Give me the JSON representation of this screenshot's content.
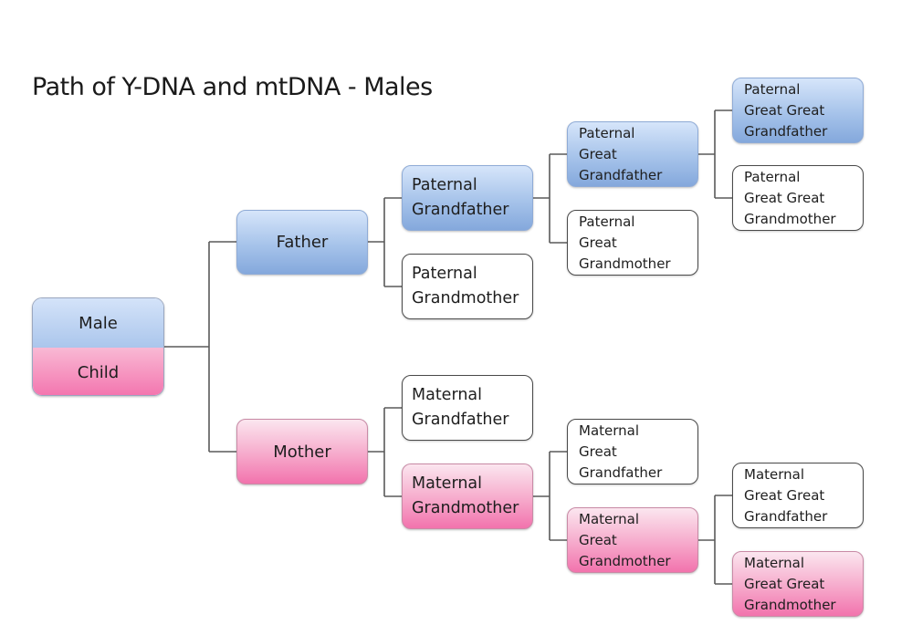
{
  "title": "Path of Y-DNA and mtDNA - Males",
  "legend_colors": {
    "y_dna": "#a6c3ea",
    "mt_dna": "#f6a9cb",
    "other": "#ffffff",
    "connector": "#555555"
  },
  "root": {
    "top_label": "Male",
    "bottom_label": "Child"
  },
  "nodes": {
    "father": {
      "lines": [
        "Father"
      ],
      "lineage": "y-dna"
    },
    "mother": {
      "lines": [
        "Mother"
      ],
      "lineage": "mtdna"
    },
    "paternal_grandfather": {
      "lines": [
        "Paternal",
        "Grandfather"
      ],
      "lineage": "y-dna"
    },
    "paternal_grandmother": {
      "lines": [
        "Paternal",
        "Grandmother"
      ],
      "lineage": "none"
    },
    "maternal_grandfather": {
      "lines": [
        "Maternal",
        "Grandfather"
      ],
      "lineage": "none"
    },
    "maternal_grandmother": {
      "lines": [
        "Maternal",
        "Grandmother"
      ],
      "lineage": "mtdna"
    },
    "paternal_great_grandfather": {
      "lines": [
        "Paternal",
        "Great",
        "Grandfather"
      ],
      "lineage": "y-dna"
    },
    "paternal_great_grandmother": {
      "lines": [
        "Paternal",
        "Great",
        "Grandmother"
      ],
      "lineage": "none"
    },
    "maternal_great_grandfather": {
      "lines": [
        "Maternal",
        "Great",
        "Grandfather"
      ],
      "lineage": "none"
    },
    "maternal_great_grandmother": {
      "lines": [
        "Maternal",
        "Great",
        "Grandmother"
      ],
      "lineage": "mtdna"
    },
    "paternal_gg_grandfather": {
      "lines": [
        "Paternal",
        "Great Great",
        "Grandfather"
      ],
      "lineage": "y-dna"
    },
    "paternal_gg_grandmother": {
      "lines": [
        "Paternal",
        "Great Great",
        "Grandmother"
      ],
      "lineage": "none"
    },
    "maternal_gg_grandfather": {
      "lines": [
        "Maternal",
        "Great Great",
        "Grandfather"
      ],
      "lineage": "none"
    },
    "maternal_gg_grandmother": {
      "lines": [
        "Maternal",
        "Great Great",
        "Grandmother"
      ],
      "lineage": "mtdna"
    }
  }
}
